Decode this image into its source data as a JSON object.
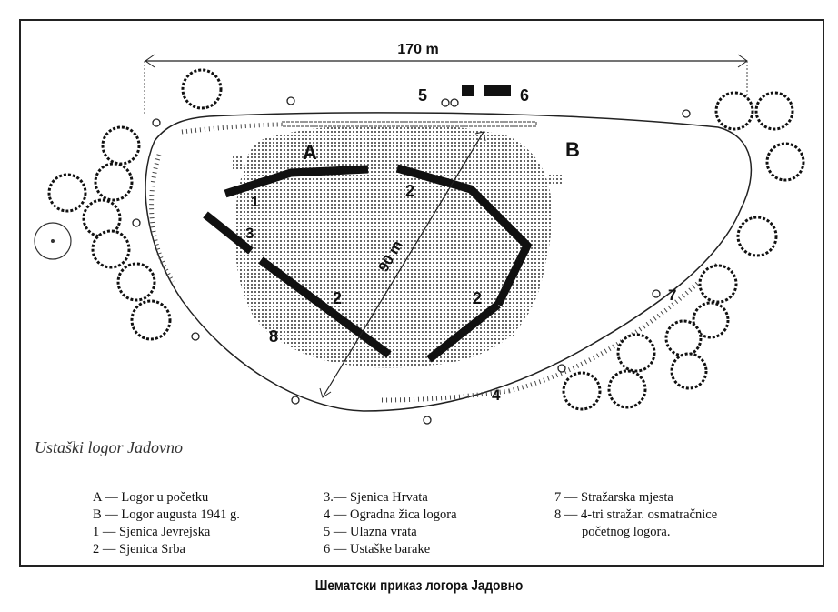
{
  "diagram": {
    "dimension_width": "170 m",
    "dimension_diagonal": "90 m",
    "area_labels": {
      "a": "A",
      "b": "B"
    },
    "markers": {
      "m1": "1",
      "m2a": "2",
      "m2b": "2",
      "m2c": "2",
      "m3": "3",
      "m4": "4",
      "m5": "5",
      "m6": "6",
      "m7": "7",
      "m8": "8"
    }
  },
  "title": "Ustaški logor Jadovno",
  "legend": {
    "col1": [
      "A — Logor u početku",
      "B — Logor augusta 1941 g.",
      "1 — Sjenica Jevrejska",
      "2 — Sjenica Srba"
    ],
    "col2": [
      "3.— Sjenica Hrvata",
      "4 — Ogradna žica logora",
      "5 — Ulazna vrata",
      "6 — Ustaške barake"
    ],
    "col3": [
      "7 — Stražarska mjesta",
      "8 — 4-tri stražar. osmatračnice",
      "početnog logora."
    ]
  },
  "caption": "Шематски приказ логора Јадовно"
}
